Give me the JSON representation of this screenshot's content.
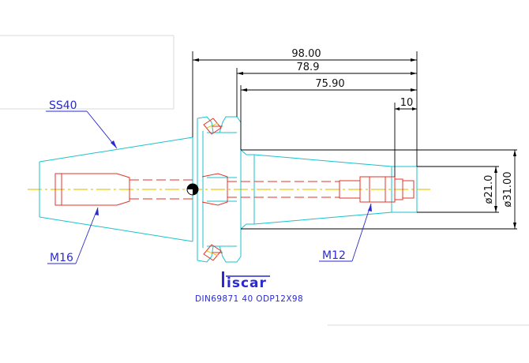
{
  "dimensions": {
    "overall_length": "98.00",
    "length_2": "78.9",
    "length_3": "75.90",
    "length_4": "10",
    "diameter_1": "ø21.0",
    "diameter_2": "ø31.00"
  },
  "labels": {
    "taper": "SS40",
    "back_thread": "M16",
    "front_thread": "M12"
  },
  "logo": "iscar",
  "designation": "DIN69871 40 ODP12X98",
  "colors": {
    "outline": "#19c3cf",
    "internal": "#e0332b",
    "centerline": "#e6c619",
    "annotation": "#2a2ad0",
    "dimension": "#000000"
  }
}
